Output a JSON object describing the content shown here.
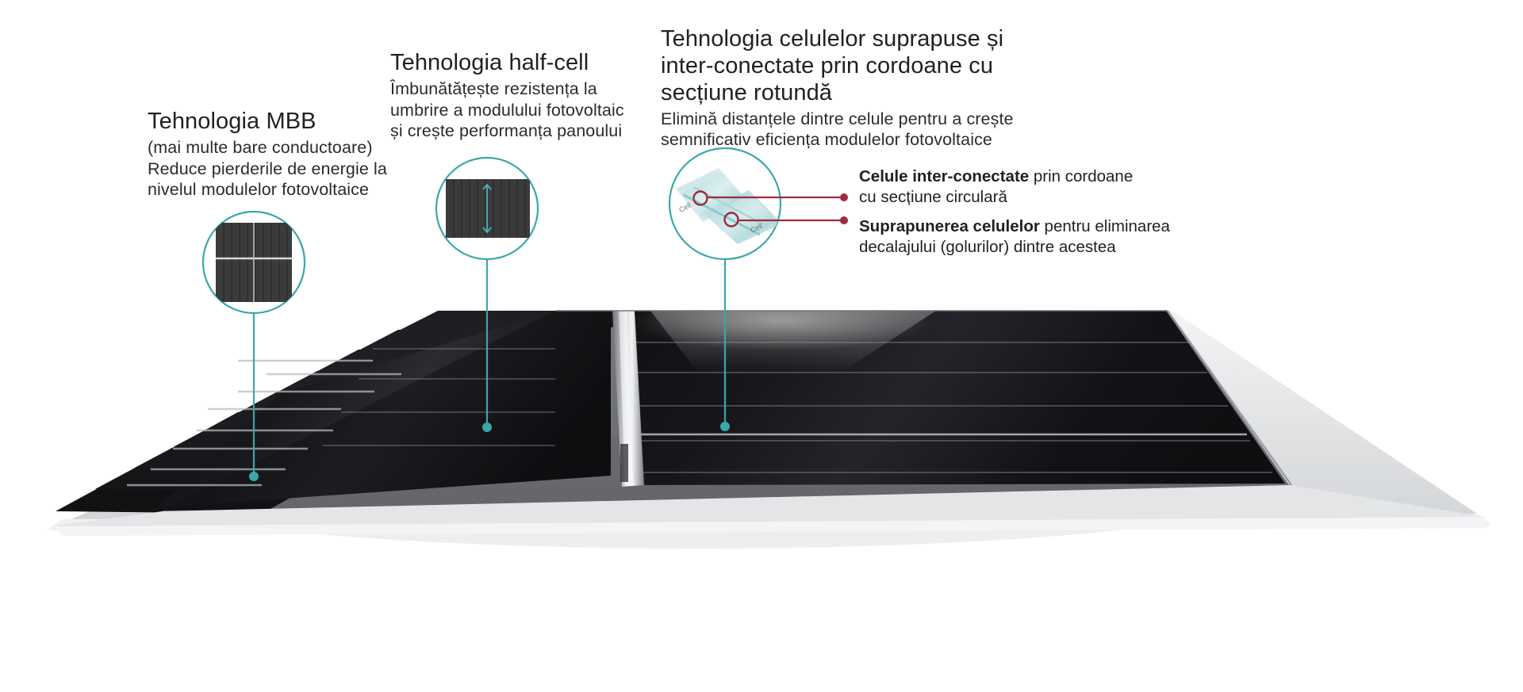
{
  "diagram": {
    "kind": "solar-panel-technology-infographic",
    "accent_color": "#3aa8a8",
    "leader_color": "#3aa8a8",
    "callout_line_color": "#9e2a3c",
    "panel_color": "#1b1b1d",
    "background_color": "#ffffff"
  },
  "annotations": [
    {
      "id": "mbb",
      "title": "Tehnologia MBB",
      "body": "(mai multe bare conductoare)\nReduce pierderile de energie la\nnivelul modulelor fotovoltaice",
      "bubble_icon": "mbb-busbar-cell-closeup",
      "leader_dot_label": "leader-endpoint-mbb"
    },
    {
      "id": "half-cell",
      "title": "Tehnologia half-cell",
      "body": "Îmbunătățește rezistența la\numbrire a modulului fotovoltaic\nși crește performanța panoului",
      "bubble_icon": "half-cell-split-cell-closeup",
      "leader_dot_label": "leader-endpoint-half-cell"
    },
    {
      "id": "overlap",
      "title": "Tehnologia celulelor suprapuse și\ninter-conectate prin cordoane cu\nsecțiune rotundă",
      "body": "Elimină distanțele dintre celule pentru a crește\nsemnificativ eficiența modulelor fotovoltaice",
      "bubble_icon": "overlapping-cells-ribbon-closeup",
      "leader_dot_label": "leader-endpoint-overlap"
    }
  ],
  "bubble_labels": {
    "cell_left": "Cell",
    "cell_right": "Cell"
  },
  "callouts": [
    {
      "id": "inter-connected-cells",
      "lead": "Celule inter-conectate",
      "rest": " prin cordoane\ncu secțiune circulară"
    },
    {
      "id": "cell-overlap",
      "lead": "Suprapunerea celulelor",
      "rest": " pentru eliminarea\ndecalajului (golurilor) dintre acestea"
    }
  ]
}
